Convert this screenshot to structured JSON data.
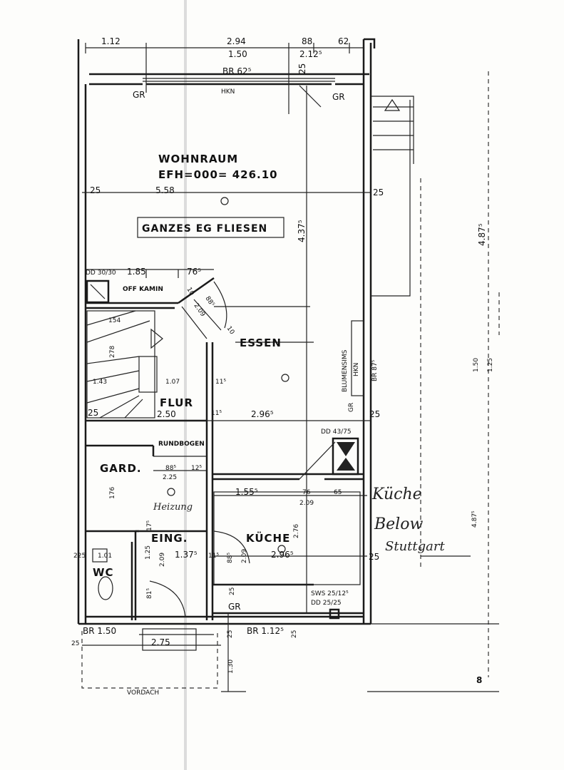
{
  "rooms": {
    "wohnraum": "WOHNRAUM",
    "efh": "EFH=000= 426.10",
    "fliesen": "GANZES EG FLIESEN",
    "essen": "ESSEN",
    "flur": "FLUR",
    "gard": "GARD.",
    "eing": "EING.",
    "kueche": "KÜCHE",
    "wc": "WC",
    "kamin": "OFF KAMIN",
    "rundbogen": "RUNDBOGEN",
    "blumensims": "BLUMENSIMS",
    "heizung": "Heizung"
  },
  "dimensions": {
    "top": [
      "1.12",
      "2.94",
      "88",
      "62"
    ],
    "d150": "1.50",
    "d2125": "2.12⁵",
    "br625": "BR 62⁵",
    "d25v": "25",
    "gr": "GR",
    "hkn": "HKN",
    "d25a": "25",
    "d558": "5.58",
    "d25b": "25",
    "d4375": "4.37⁵",
    "d4875a": "4.87⁵",
    "dd": "DD 30/30",
    "d185": "1.85",
    "d765": "76⁵",
    "d10": "10",
    "d885": "88⁵",
    "d209": "2.09",
    "d10b": "10",
    "d154": "154",
    "d278": "278",
    "d143": "1.43",
    "d107": "1.07",
    "d115a": "11⁵",
    "d25c": "25",
    "d250": "2.50",
    "d115b": "11⁵",
    "d2965": "2.96⁵",
    "d25d": "25",
    "br875": "BR 87⁵",
    "hkn2": "HKN",
    "gr2": "GR",
    "d150b": "1.50",
    "d125": "1.25",
    "dd2": "DD 43/75",
    "d885b": "88⁵",
    "d225": "2.25",
    "d125b": "12⁵",
    "d176": "176",
    "d1555": "1.55⁵",
    "d76": "76",
    "d65": "65",
    "d209b": "2.09",
    "d276": "2.76",
    "d175": "17⁵",
    "d101": "1.01",
    "d125c": "1.25",
    "d2255": "225",
    "d1375": "1.37⁵",
    "d115c": "11⁵",
    "d885c": "88⁵",
    "d209c": "2.09",
    "d2965b": "2.96⁵",
    "d25e": "25",
    "d4875b": "4.87⁵",
    "d815": "81⁵",
    "d25f": "25",
    "sws": "SWS 25/12⁵",
    "dd3": "DD 25/25",
    "gr3": "GR",
    "br150": "BR 1.50",
    "br1125": "BR 1.12⁵",
    "d25g": "25",
    "d25h": "25",
    "d25i": "25",
    "d275": "2.75",
    "d130": "1.30",
    "vordach": "VORDACH",
    "page": "8"
  },
  "handwriting": [
    "Küche",
    "Below",
    "Stuttgart"
  ],
  "colors": {
    "ink": "#1a1a1a",
    "paper": "#fdfdfb",
    "scan_line": "#d8d8d8"
  }
}
